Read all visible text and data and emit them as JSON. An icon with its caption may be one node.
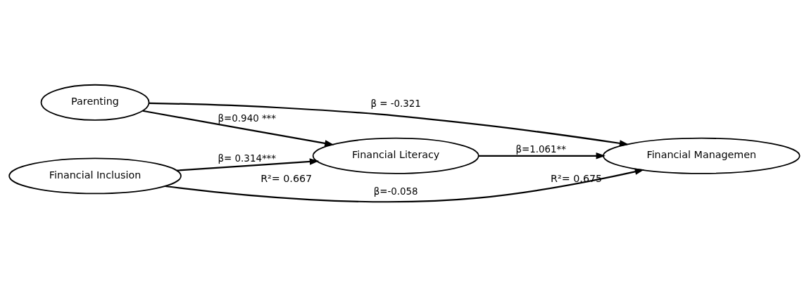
{
  "diagram": {
    "nodes": [
      {
        "text": [
          "Parenting"
        ]
      },
      {
        "text": [
          "Financial Literacy"
        ],
        "beside": [
          "R²= 0.667"
        ]
      },
      {
        "text": [
          "Financial Managemen"
        ],
        "beside": [
          "R²= 0.675"
        ]
      },
      {
        "text": [
          "Financial Inclusion"
        ]
      }
    ],
    "edges": [
      {
        "from": 0,
        "to": 2,
        "arrow": "to",
        "label": "β = -0.321"
      },
      {
        "from": 0,
        "to": 1,
        "arrow": "to",
        "label": "β=0.940 ***"
      },
      {
        "from": 1,
        "to": 2,
        "arrow": "to",
        "label": "β=1.061**"
      },
      {
        "from": 3,
        "to": 1,
        "arrow": "to",
        "label": "β= 0.314***"
      },
      {
        "from": 3,
        "to": 2,
        "arrow": "to",
        "label": "β=-0.058"
      }
    ]
  }
}
